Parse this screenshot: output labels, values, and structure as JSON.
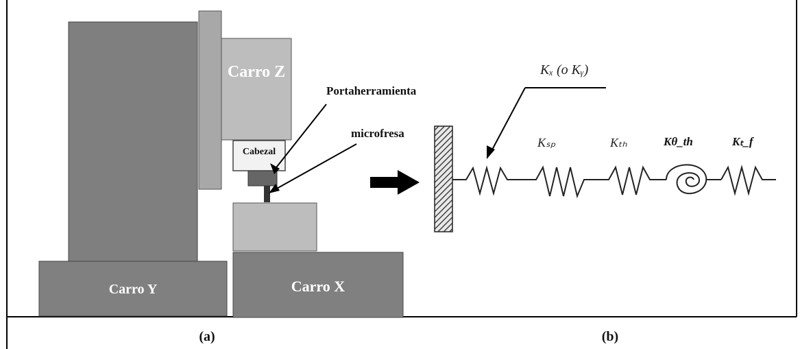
{
  "panel_a": {
    "carro_z": "Carro Z",
    "carro_y": "Carro Y",
    "carro_x": "Carro X",
    "cabezal": "Cabezal",
    "portaherramienta": "Portaherramienta",
    "microfresa": "microfresa",
    "caption": "(a)"
  },
  "panel_b": {
    "k_main_label": "Kₓ (o Kᵧ)",
    "springs": [
      {
        "label": "Kₛₚ"
      },
      {
        "label": "Kₜₕ"
      },
      {
        "label": "Kθ_th"
      },
      {
        "label": "Kₜ_f"
      }
    ],
    "caption": "(b)"
  }
}
